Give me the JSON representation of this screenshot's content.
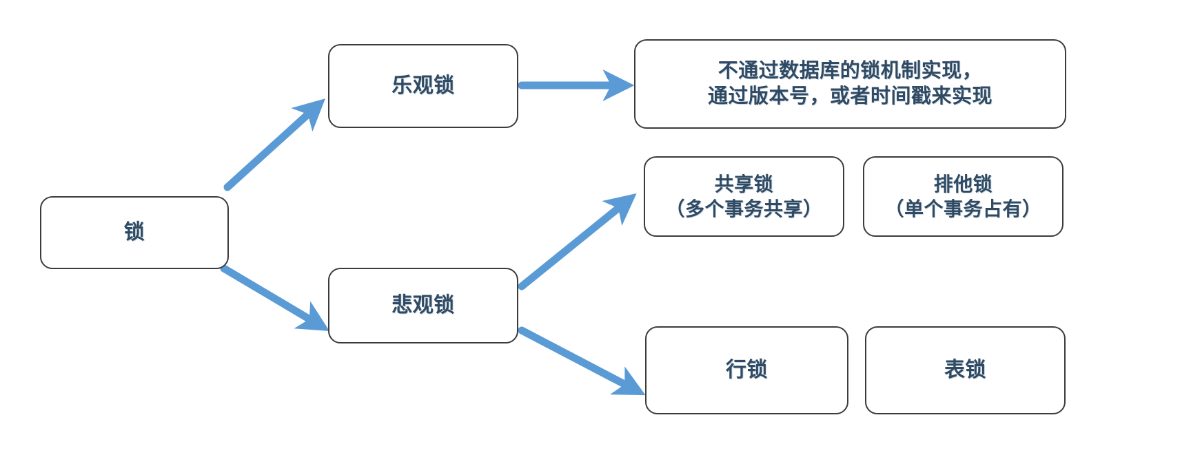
{
  "diagram": {
    "title": "锁",
    "accent_edge_color": "#5B9BD5",
    "node_border_color": "#3B3B3B",
    "node_text_color": "#2F4A63",
    "background_color": "#FFFFFF",
    "nodes": {
      "root": {
        "label": "锁"
      },
      "optimistic": {
        "label": "乐观锁"
      },
      "optimistic_detail": {
        "label": "不通过数据库的锁机制实现，\n通过版本号，或者时间戳来实现"
      },
      "pessimistic": {
        "label": "悲观锁"
      },
      "shared": {
        "label": "共享锁\n（多个事务共享）"
      },
      "exclusive": {
        "label": "排他锁\n（单个事务占有）"
      },
      "row_lock": {
        "label": "行锁"
      },
      "table_lock": {
        "label": "表锁"
      }
    },
    "edges": [
      {
        "from": "root",
        "to": "optimistic"
      },
      {
        "from": "root",
        "to": "pessimistic"
      },
      {
        "from": "optimistic",
        "to": "optimistic_detail"
      },
      {
        "from": "pessimistic",
        "to": "shared"
      },
      {
        "from": "pessimistic",
        "to": "row_lock"
      }
    ]
  }
}
